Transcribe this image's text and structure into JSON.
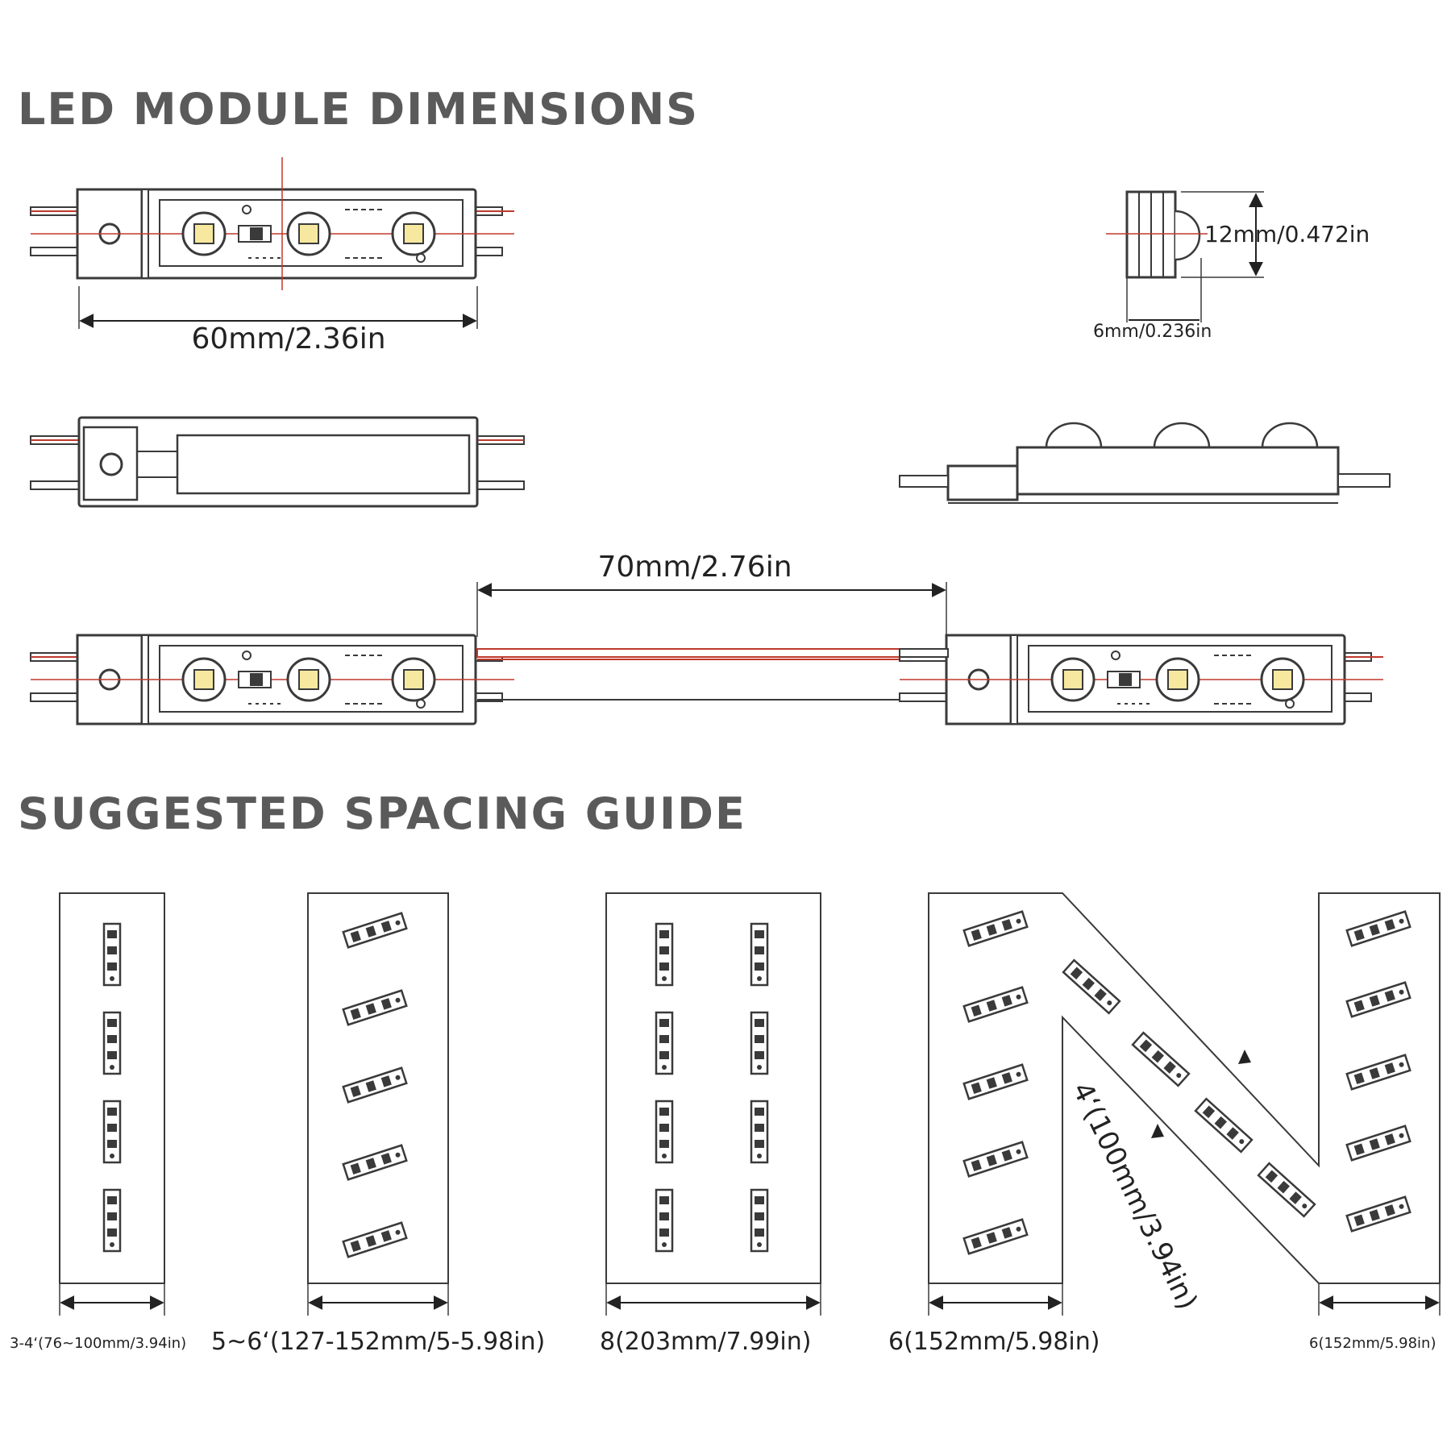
{
  "headings": {
    "module_dimensions": "LED MODULE DIMENSIONS",
    "spacing_guide": "SUGGESTED SPACING GUIDE"
  },
  "dimensions": {
    "length": "60mm/2.36in",
    "height": "12mm/0.472in",
    "depth": "6mm/0.236in",
    "wire_length": "70mm/2.76in"
  },
  "spacing": {
    "letter1": "3-4‘(76~100mm/3.94in)",
    "letter2": "5~6‘(127-152mm/5-5.98in)",
    "letter3": "8(203mm/7.99in)",
    "letter4_left": "6(152mm/5.98in)",
    "letter4_diag": "4‘(100mm/3.94in)",
    "letter4_right": "6(152mm/5.98in)"
  },
  "colors": {
    "line": "#3a3a3a",
    "wire_red": "#c0392b",
    "led": "#f7e8a0",
    "heading": "#5a5a5a"
  }
}
